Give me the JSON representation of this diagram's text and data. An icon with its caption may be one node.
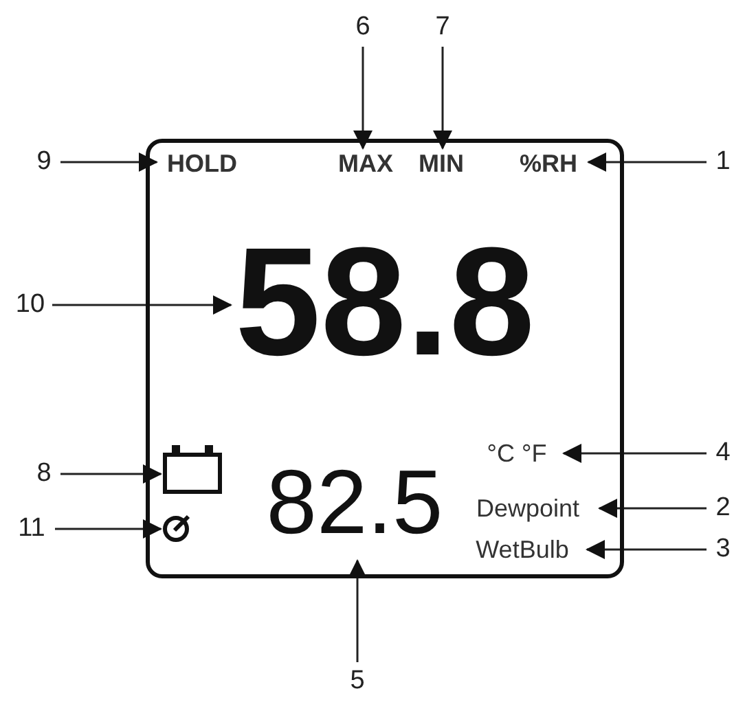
{
  "diagram": {
    "nodes": [
      {
        "text": [],
        "shape": "box"
      },
      {
        "text": [
          "HOLD"
        ],
        "in": 0
      },
      {
        "text": [
          "MAX"
        ],
        "in": 0
      },
      {
        "text": [
          "MIN"
        ],
        "in": 0
      },
      {
        "text": [
          "%RH"
        ],
        "in": 0
      },
      {
        "text": [
          "58.8"
        ],
        "in": 0
      },
      {
        "text": [],
        "shape": "battery",
        "in": 0
      },
      {
        "text": [
          "82.5"
        ],
        "in": 0
      },
      {
        "text": [
          "°C °F"
        ],
        "in": 0
      },
      {
        "text": [
          "Dewpoint"
        ],
        "in": 0
      },
      {
        "text": [
          "WetBulb"
        ],
        "in": 0
      },
      {
        "text": [],
        "shape": "picture",
        "in": 0
      },
      {
        "text": [
          "1"
        ]
      },
      {
        "text": [
          "2"
        ]
      },
      {
        "text": [
          "3"
        ]
      },
      {
        "text": [
          "4"
        ]
      },
      {
        "text": [
          "5"
        ]
      },
      {
        "text": [
          "6"
        ]
      },
      {
        "text": [
          "7"
        ]
      },
      {
        "text": [
          "8"
        ]
      },
      {
        "text": [
          "9"
        ]
      },
      {
        "text": [
          "10"
        ]
      },
      {
        "text": [
          "11"
        ]
      }
    ],
    "edges": [
      {
        "from": 12,
        "to": 4,
        "arrow": "to"
      },
      {
        "from": 13,
        "to": 9,
        "arrow": "to"
      },
      {
        "from": 14,
        "to": 10,
        "arrow": "to"
      },
      {
        "from": 15,
        "to": 8,
        "arrow": "to"
      },
      {
        "from": 16,
        "to": 7,
        "arrow": "to"
      },
      {
        "from": 17,
        "to": 2,
        "arrow": "to"
      },
      {
        "from": 18,
        "to": 3,
        "arrow": "to"
      },
      {
        "from": 19,
        "to": 6,
        "arrow": "to"
      },
      {
        "from": 20,
        "to": 1,
        "arrow": "to"
      },
      {
        "from": 21,
        "to": 5,
        "arrow": "to"
      },
      {
        "from": 22,
        "to": 11,
        "arrow": "to"
      }
    ]
  }
}
